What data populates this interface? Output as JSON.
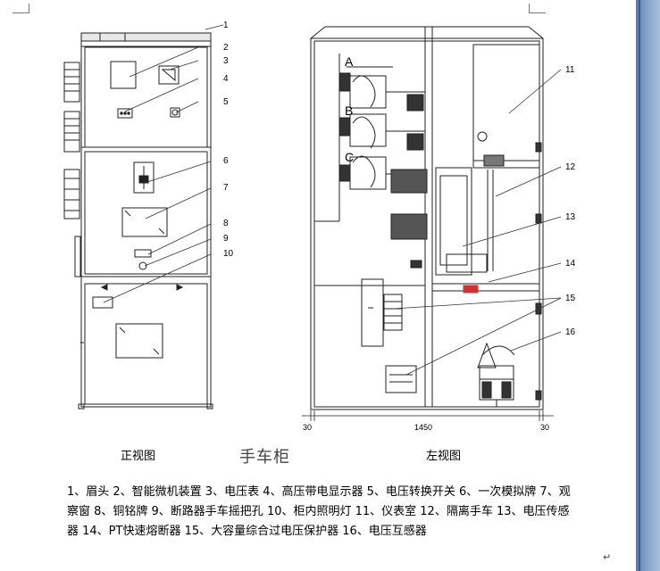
{
  "callouts_front": [
    "1",
    "2",
    "3",
    "4",
    "5",
    "6",
    "7",
    "8",
    "9",
    "10"
  ],
  "callouts_side": [
    "11",
    "12",
    "13",
    "14",
    "15",
    "16"
  ],
  "phase_labels": [
    "A",
    "B",
    "C"
  ],
  "dimensions": {
    "left": "30",
    "center": "1450",
    "right": "30"
  },
  "captions": {
    "front": "正视图",
    "title": "手车柜",
    "side": "左视图"
  },
  "legend": "1、眉头 2、智能微机装置 3、电压表 4、高压带电显示器 5、电压转换开关 6、一次模拟牌 7、观察窗 8、铜铭牌 9、断路器手车摇把孔 10、柜内照明灯 11、仪表室 12、隔离手车 13、电压传感器 14、PT快速熔断器 15、大容量综合过电压保护器 16、电压互感器",
  "return_mark": "↵"
}
